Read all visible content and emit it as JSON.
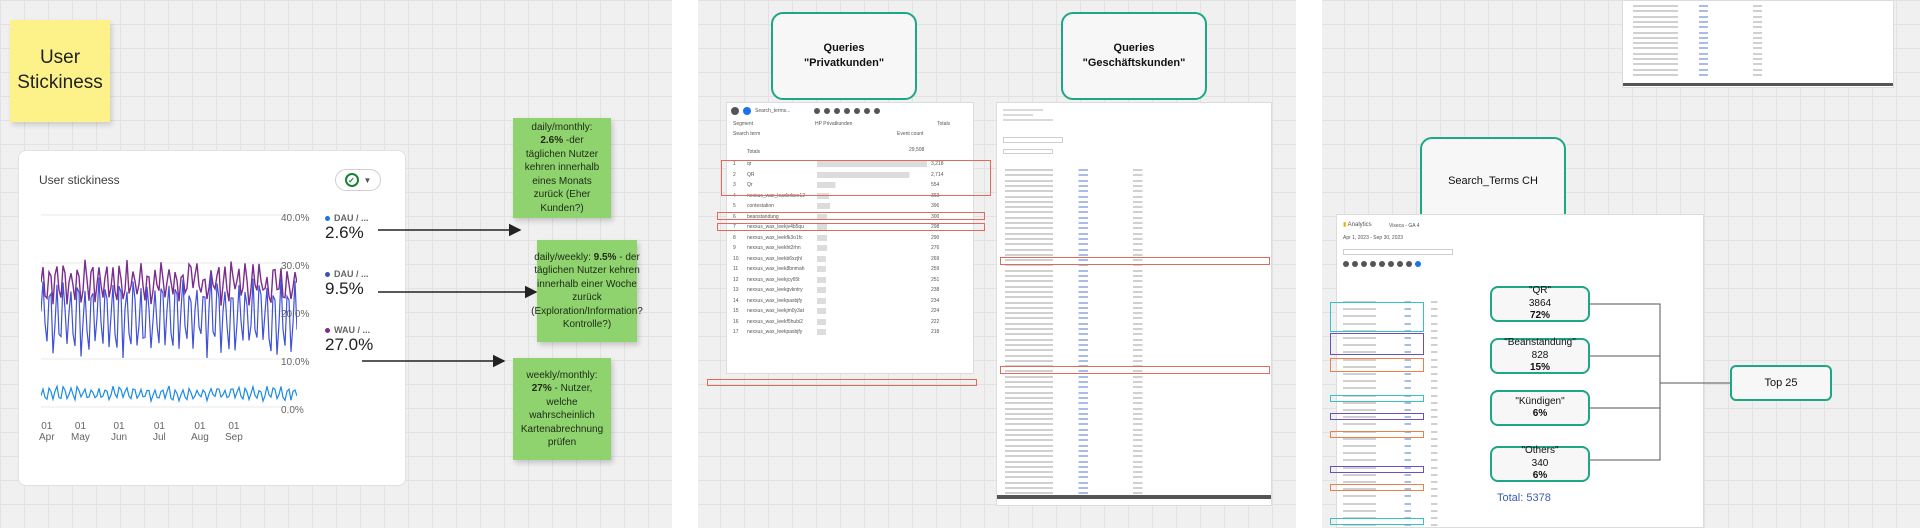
{
  "sticky_title": {
    "line1": "User",
    "line2": "Stickiness"
  },
  "card": {
    "title": "User stickiness",
    "y_ticks": [
      "40.0%",
      "30.0%",
      "20.0%",
      "10.0%",
      "0.0%"
    ],
    "x_ticks": [
      {
        "day": "01",
        "month": "Apr"
      },
      {
        "day": "01",
        "month": "May"
      },
      {
        "day": "01",
        "month": "Jun"
      },
      {
        "day": "01",
        "month": "Jul"
      },
      {
        "day": "01",
        "month": "Aug"
      },
      {
        "day": "01",
        "month": "Sep"
      }
    ],
    "metrics": [
      {
        "label": "DAU / ...",
        "value": "2.6%",
        "color": "#1a73e8"
      },
      {
        "label": "DAU / ...",
        "value": "9.5%",
        "color": "#3f51b5"
      },
      {
        "label": "WAU / ...",
        "value": "27.0%",
        "color": "#7b2d8e"
      }
    ]
  },
  "notes": {
    "monthly": {
      "prefix": "daily/monthly: ",
      "value": "2.6%",
      "text": " -der täglichen Nutzer kehren innerhalb eines Monats zurück (Eher Kunden?)"
    },
    "weekly": {
      "prefix": "daily/weekly: ",
      "value": "9.5%",
      "text": " - der täglichen Nutzer kehren innerhalb einer Woche zurück (Exploration/Information? Kontrolle?)"
    },
    "weekly_monthly": {
      "prefix": "weekly/monthly: ",
      "value": "27%",
      "text": " - Nutzer, welche wahrscheinlich Kartenabrechnung prüfen"
    }
  },
  "queries": {
    "private": {
      "line1": "Queries",
      "line2": "\"Privatkunden\""
    },
    "business": {
      "line1": "Queries",
      "line2": "\"Geschäftskunden\""
    }
  },
  "left_table": {
    "tab_label": "Search_terms...",
    "col_segment": "Segment",
    "col_private": "HP Privatkunden",
    "col_totals": "Totals",
    "col_search": "Search term",
    "col_events": "Event count",
    "totals_label": "Totals",
    "totals_value": "29,508",
    "rows": [
      {
        "n": "1",
        "term": "qr",
        "val": "3,218"
      },
      {
        "n": "2",
        "term": "QR",
        "val": "2,714"
      },
      {
        "n": "3",
        "term": "Qr",
        "val": "554"
      },
      {
        "n": "4",
        "term": "nexxus_wax_leaderboe12",
        "val": "363"
      },
      {
        "n": "5",
        "term": "contestation",
        "val": "396"
      },
      {
        "n": "6",
        "term": "beanstandung",
        "val": "300"
      },
      {
        "n": "7",
        "term": "nexxus_wax_leekjv4b5qu",
        "val": "298"
      },
      {
        "n": "8",
        "term": "nexxus_wax_leekfk3o1fc",
        "val": "290"
      },
      {
        "n": "9",
        "term": "nexxus_wax_leekht2rhn",
        "val": "276"
      },
      {
        "n": "10",
        "term": "nexxus_wax_leekb6xzjhl",
        "val": "269"
      },
      {
        "n": "11",
        "term": "nexxus_wax_leek8bnmah",
        "val": "259"
      },
      {
        "n": "12",
        "term": "nexxus_wax_leekjcy65t",
        "val": "251"
      },
      {
        "n": "13",
        "term": "nexxus_wax_leekgvkntry",
        "val": "238"
      },
      {
        "n": "14",
        "term": "nexxus_wax_leekpasbjfy",
        "val": "234"
      },
      {
        "n": "15",
        "term": "nexxus_wax_leekjm0y3at",
        "val": "224"
      },
      {
        "n": "16",
        "term": "nexxus_wax_leekf5hubi2",
        "val": "222"
      },
      {
        "n": "17",
        "term": "nexxus_wax_leekpasbjfy",
        "val": "218"
      }
    ]
  },
  "search_terms_ch": {
    "label": "Search_Terms CH"
  },
  "analytics": {
    "app": "Analytics",
    "property": "Viseca - GA 4",
    "date_range": "Apr 1, 2023 - Sep 30, 2023"
  },
  "categories": [
    {
      "name": "\"QR\"",
      "count": "3864",
      "share": "72%"
    },
    {
      "name": "\"Beanstandung\"",
      "count": "828",
      "share": "15%"
    },
    {
      "name": "\"Kündigen\"",
      "count": "",
      "share": "6%"
    },
    {
      "name": "\"Others\"",
      "count": "340",
      "share": "6%"
    }
  ],
  "total": "Total: 5378",
  "top25": "Top 25",
  "colors": {
    "teal": "#1ea787",
    "sticky_green": "#8fd36e",
    "sticky_yellow": "#fdf28a",
    "highlight_red": "#e26a5a",
    "total_blue": "#3b5ab8"
  }
}
